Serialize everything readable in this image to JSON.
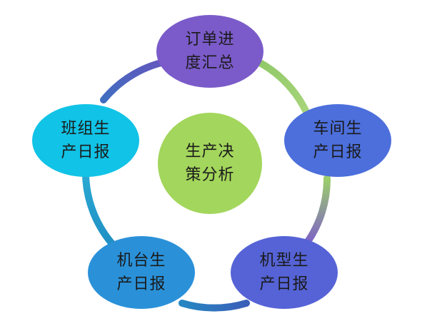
{
  "center": {
    "label": "生产决\n策分析",
    "color": "#a3d65c"
  },
  "nodes": [
    {
      "id": "order-progress",
      "label": "订单进\n度汇总",
      "color": "#7b5bc9"
    },
    {
      "id": "workshop-daily",
      "label": "车间生\n产日报",
      "color": "#4c6fdc"
    },
    {
      "id": "model-daily",
      "label": "机型生\n产日报",
      "color": "#5563d6"
    },
    {
      "id": "machine-daily",
      "label": "机台生\n产日报",
      "color": "#2a91d9"
    },
    {
      "id": "team-daily",
      "label": "班组生\n产日报",
      "color": "#11c3e6"
    }
  ],
  "ring_colors": [
    "#7b5bc9",
    "#9ccf6a",
    "#7e62c7",
    "#2c6fb8",
    "#1f97c6",
    "#5b5bb8"
  ],
  "text_color": "#1a1a1a"
}
